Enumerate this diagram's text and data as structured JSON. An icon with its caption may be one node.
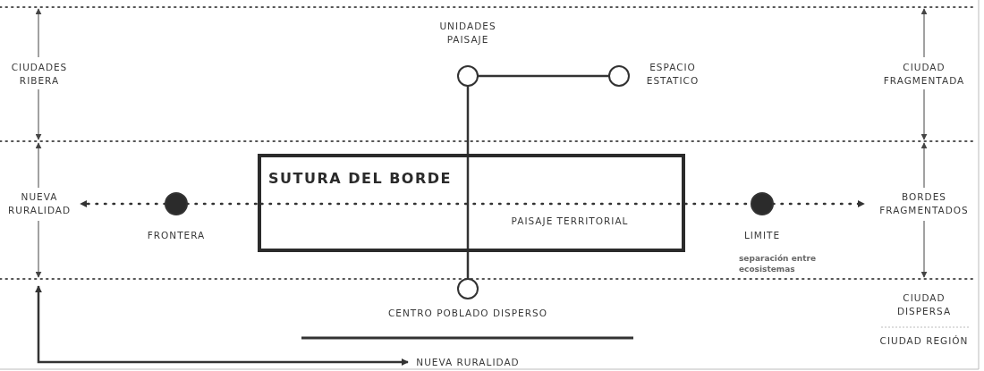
{
  "diagram": {
    "nodes": [
      {
        "text": [
          "UNIDADES PAISAJE"
        ]
      },
      {
        "text": [
          "ESPACIO ESTATICO"
        ]
      },
      {
        "text": [
          "SUTURA DEL BORDE",
          "PAISAJE TERRITORIAL"
        ]
      },
      {
        "text": [
          "FRONTERA"
        ]
      },
      {
        "text": [
          "LIMITE"
        ]
      },
      {
        "text": [
          "CENTRO POBLADO DISPERSO"
        ]
      },
      {
        "text": [
          "NUEVA RURALIDAD"
        ]
      },
      {
        "text": [
          "BORDES FRAGMENTADOS"
        ]
      },
      {
        "text": [
          "NUEVA RURALIDAD"
        ]
      }
    ],
    "edges": [
      {
        "from": 0,
        "to": 1,
        "arrow": "none"
      },
      {
        "from": 0,
        "to": 2,
        "arrow": "none"
      },
      {
        "from": 2,
        "to": 5,
        "arrow": "none"
      },
      {
        "from": 3,
        "to": 6,
        "arrow": "to",
        "style": "dashed"
      },
      {
        "from": 3,
        "to": 2,
        "arrow": "none",
        "style": "dashed"
      },
      {
        "from": 2,
        "to": 4,
        "arrow": "none",
        "style": "dashed"
      },
      {
        "from": 4,
        "to": 7,
        "arrow": "to",
        "style": "dashed"
      },
      {
        "from": null,
        "to": 8,
        "arrow": "both"
      }
    ],
    "labels": [
      "CIUDADES RIBERA",
      "CIUDAD FRAGMENTADA",
      "separación entre ecosistemas",
      "CIUDAD DISPERSA",
      "CIUDAD REGIÓN"
    ]
  }
}
